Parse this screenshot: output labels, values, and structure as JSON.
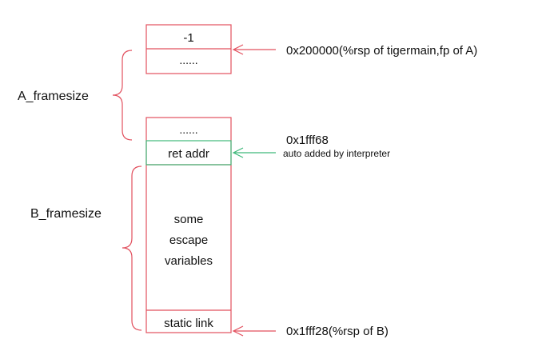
{
  "colors": {
    "red": "#e2505e",
    "green": "#3fb97a",
    "text": "#111111"
  },
  "stack_top": {
    "cell_1": "-1",
    "cell_2": "......"
  },
  "stack_bottom": {
    "cell_1": "......",
    "ret_addr": "ret addr",
    "escape_line_1": "some",
    "escape_line_2": "escape",
    "escape_line_3": "variables",
    "static_link": "static link"
  },
  "labels": {
    "a_framesize": "A_framesize",
    "b_framesize": "B_framesize"
  },
  "annotations": {
    "top_address": "0x200000(%rsp of tigermain,fp of A)",
    "mid_address": "0x1fff68",
    "interpreter_note": "auto added by interpreter",
    "bottom_address": "0x1fff28(%rsp of B)"
  }
}
